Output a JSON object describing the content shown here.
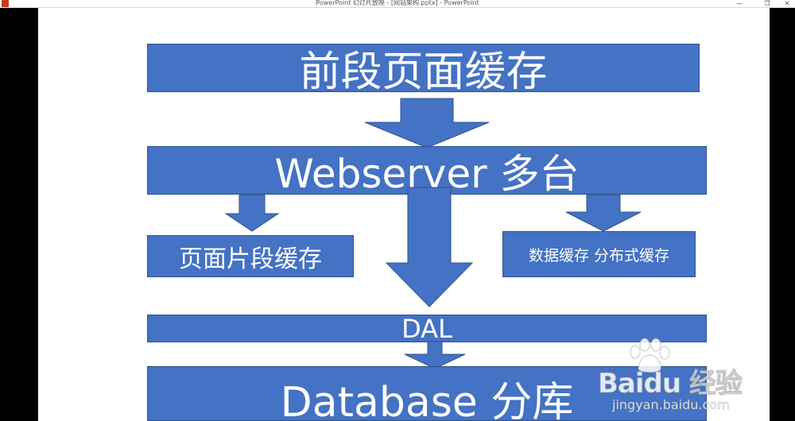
{
  "window": {
    "title": "PowerPoint 幻灯片放映 - [网站架构.pptx] - PowerPoint",
    "minimize_glyph": "—",
    "restore_glyph": "❐",
    "close_glyph": "✕"
  },
  "slide": {
    "boxes": {
      "frontend_cache": "前段页面缓存",
      "webserver": "Webserver 多台",
      "fragment_cache": "页面片段缓存",
      "distributed_cache": "数据缓存 分布式缓存",
      "dal": "DAL",
      "database": "Database 分库"
    }
  },
  "watermark": {
    "brand": "Baidu 经验",
    "url": "jingyan.baidu.com"
  },
  "colors": {
    "box_fill": "#4472c4",
    "box_border": "#2f528f",
    "text": "#ffffff"
  }
}
